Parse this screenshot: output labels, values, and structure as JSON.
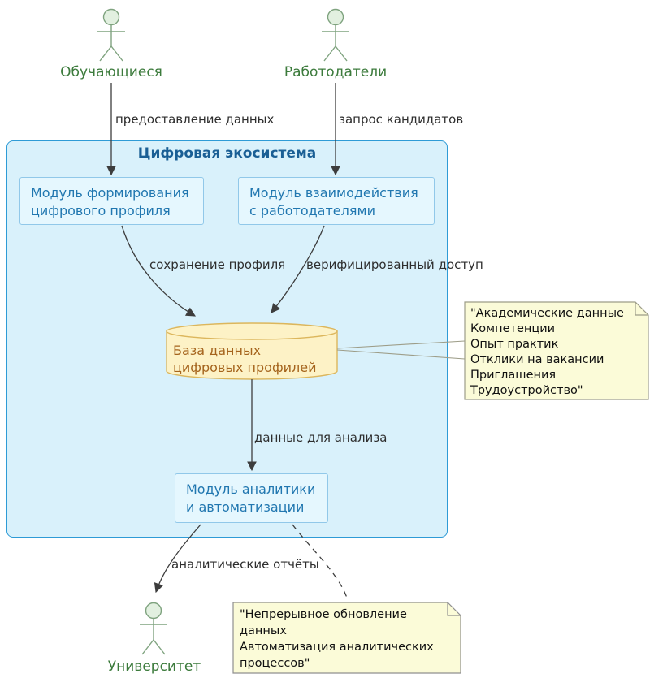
{
  "diagram_title": "Цифровая экосистема",
  "actors": {
    "students": "Обучающиеся",
    "employers": "Работодатели",
    "university": "Университет"
  },
  "nodes": {
    "profile_module": {
      "line1": "Модуль формирования",
      "line2": "цифрового профиля"
    },
    "employer_module": {
      "line1": "Модуль взаимодействия",
      "line2": "с работодателями"
    },
    "database": {
      "line1": "База данных",
      "line2": "цифровых профилей"
    },
    "analytics_module": {
      "line1": "Модуль аналитики",
      "line2": "и автоматизации"
    }
  },
  "edge_labels": {
    "students_to_profile": "предоставление данных",
    "employers_to_employer_module": "запрос кандидатов",
    "profile_to_db": "сохранение профиля",
    "employer_to_db": "верифицированный доступ",
    "db_to_analytics": "данные для анализа",
    "analytics_to_university": "аналитические отчёты"
  },
  "notes": {
    "db_note": {
      "line1": "\"Академические данные",
      "line2": "Компетенции",
      "line3": "Опыт практик",
      "line4": "Отклики на вакансии",
      "line5": "Приглашения",
      "line6": "Трудоустройство\""
    },
    "analytics_note": {
      "line1": "\"Непрерывное обновление",
      "line2": "данных",
      "line3": "Автоматизация аналитических",
      "line4": "процессов\""
    }
  },
  "colors": {
    "container_fill": "#d9f1fb",
    "container_border": "#2e9bd6",
    "container_title_text": "#1a5f95",
    "module_fill": "#e5f7fe",
    "module_border": "#91c8e9",
    "module_text": "#2177b0",
    "database_fill": "#fdf2c6",
    "database_border": "#dcb65c",
    "database_text": "#a5641d",
    "note_fill": "#fbfbd8",
    "note_border": "#9d9d88",
    "actor_stroke": "#7fa37f",
    "actor_head_fill": "#e2f0e0",
    "actor_label_text": "#3c7b3c",
    "arrow_stroke": "#3d3d3d",
    "edge_label_text": "#2e2e2e"
  }
}
